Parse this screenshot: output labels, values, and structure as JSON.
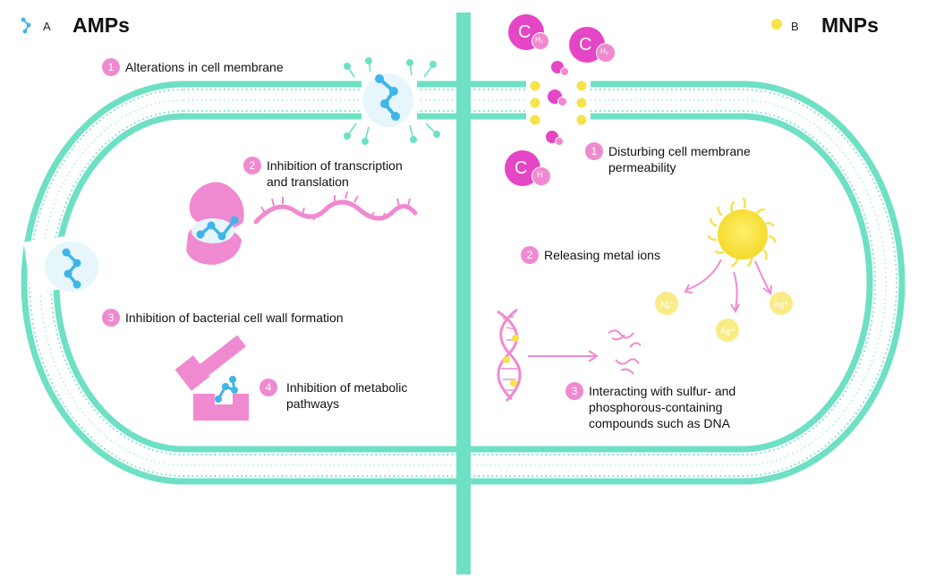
{
  "colors": {
    "membrane": "#6ee0c4",
    "pink": "#f08ad0",
    "magenta": "#e546c5",
    "blue": "#3fb5e8",
    "yellow": "#f7e24a",
    "yellow_light": "#f9ec87"
  },
  "panel_a": {
    "letter": "A",
    "title": "AMPs",
    "legend_icon": "peptide-icon",
    "steps": [
      {
        "num": "1",
        "lines": [
          "Alterations in cell membrane"
        ]
      },
      {
        "num": "2",
        "lines": [
          "Inhibition of transcription",
          "and translation"
        ]
      },
      {
        "num": "3",
        "lines": [
          "Inhibition of bacterial cell wall formation"
        ]
      },
      {
        "num": "4",
        "lines": [
          "Inhibition of metabolic",
          "pathways"
        ]
      }
    ]
  },
  "panel_b": {
    "letter": "B",
    "title": "MNPs",
    "legend_icon": "nanoparticle-icon",
    "steps": [
      {
        "num": "1",
        "lines": [
          "Disturbing cell membrane",
          "permeability"
        ]
      },
      {
        "num": "2",
        "lines": [
          "Releasing metal ions"
        ]
      },
      {
        "num": "3",
        "lines": [
          "Interacting with sulfur- and",
          "phosphorous-containing",
          "compounds such as DNA"
        ]
      }
    ],
    "ros_labels": {
      "big": "C",
      "sub": "H",
      "small_sub": "H₂"
    },
    "ion_label": "Ag⁺"
  }
}
